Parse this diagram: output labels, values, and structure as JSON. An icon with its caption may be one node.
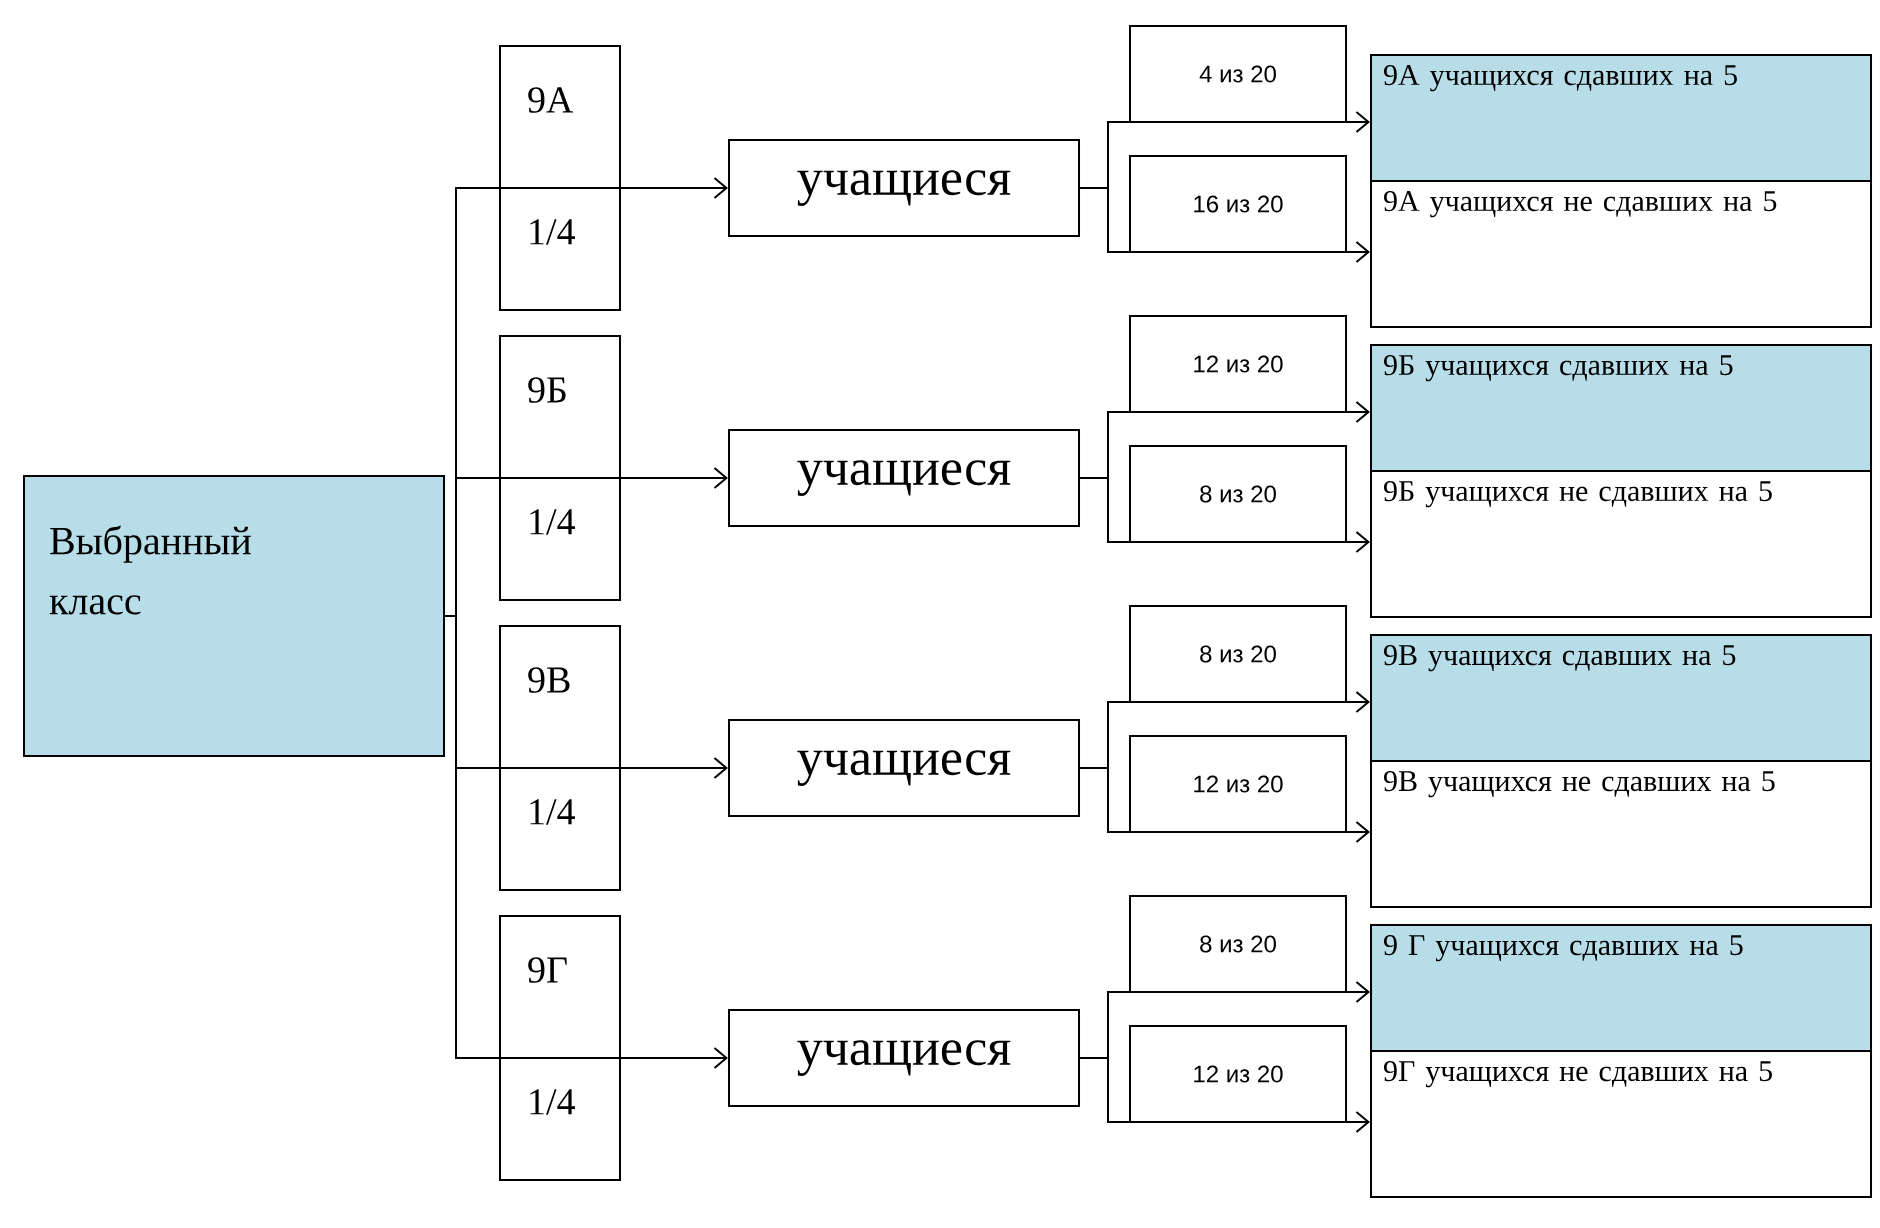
{
  "diagram": {
    "nodes": [
      {
        "text": [
          "Выбранный класс"
        ]
      },
      {
        "text": [
          "9А",
          "1/4"
        ]
      },
      {
        "text": [
          "учащиеся"
        ]
      },
      {
        "text": [
          "9А учащихся сдавших на 5"
        ]
      },
      {
        "text": [
          "9А учащихся не сдавших на 5"
        ]
      },
      {
        "text": [
          "9Б",
          "1/4"
        ]
      },
      {
        "text": [
          "учащиеся"
        ]
      },
      {
        "text": [
          "9Б учащихся сдавших на 5"
        ]
      },
      {
        "text": [
          "9Б учащихся не сдавших на 5"
        ]
      },
      {
        "text": [
          "9В",
          "1/4"
        ]
      },
      {
        "text": [
          "учащиеся"
        ]
      },
      {
        "text": [
          "9В учащихся сдавших на 5"
        ]
      },
      {
        "text": [
          "9В учащихся не сдавших на 5"
        ]
      },
      {
        "text": [
          "9Г",
          "1/4"
        ]
      },
      {
        "text": [
          "учащиеся"
        ]
      },
      {
        "text": [
          "9 Г учащихся сдавших на 5"
        ]
      },
      {
        "text": [
          "9Г учащихся не сдавших на 5"
        ]
      }
    ],
    "edges": [
      {
        "from": 0,
        "to": 1,
        "arrow": "none"
      },
      {
        "from": 1,
        "to": 2,
        "arrow": "to"
      },
      {
        "from": 2,
        "to": 3,
        "arrow": "to",
        "label": "4 из 20"
      },
      {
        "from": 2,
        "to": 4,
        "arrow": "to",
        "label": "16 из 20"
      },
      {
        "from": 0,
        "to": 5,
        "arrow": "none"
      },
      {
        "from": 5,
        "to": 6,
        "arrow": "to"
      },
      {
        "from": 6,
        "to": 7,
        "arrow": "to",
        "label": "12 из 20"
      },
      {
        "from": 6,
        "to": 8,
        "arrow": "to",
        "label": "8 из 20"
      },
      {
        "from": 0,
        "to": 9,
        "arrow": "none"
      },
      {
        "from": 9,
        "to": 10,
        "arrow": "to"
      },
      {
        "from": 10,
        "to": 11,
        "arrow": "to",
        "label": "8 из 20"
      },
      {
        "from": 10,
        "to": 12,
        "arrow": "to",
        "label": "12 из 20"
      },
      {
        "from": 0,
        "to": 13,
        "arrow": "none"
      },
      {
        "from": 13,
        "to": 14,
        "arrow": "to"
      },
      {
        "from": 14,
        "to": 15,
        "arrow": "to",
        "label": "8 из 20"
      },
      {
        "from": 14,
        "to": 16,
        "arrow": "to",
        "label": "12 из 20"
      }
    ]
  }
}
